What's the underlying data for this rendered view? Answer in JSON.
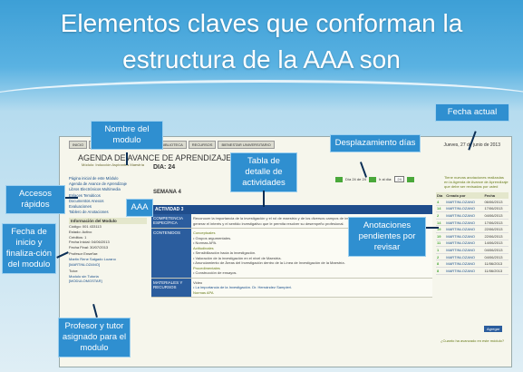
{
  "slide": {
    "title_line1": "Elementos claves que conforman la",
    "title_line2": "estructura de la AAA son"
  },
  "callouts": {
    "nombre_modulo": "Nombre del modulo",
    "fecha_actual": "Fecha actual",
    "desplazamiento": "Desplazamiento días",
    "tabla_detalle": "Tabla de detalle de actividades",
    "accesos_rapidos": "Accesos rápidos",
    "aaa": "AAA",
    "fecha_inicio": "Fecha de inicio y finaliza-ción del modulo",
    "anotaciones": "Anotaciones pendientes por revisar",
    "profesor": "Profesor y tutor asignado para el modulo"
  },
  "screen": {
    "nav_tabs": [
      "INICIO",
      "PROFESORES",
      "AULA VIRTUAL",
      "BIBLIOTECA",
      "RECURSOS",
      "BIENESTAR UNIVERSITARIO"
    ],
    "date": "Jueves, 27 de junio de 2013",
    "agenda_title": "AGENDA DE AVANCE DE APRENDIZAJE",
    "module_line": "Módulo: Inducción Aspirantes Maestría",
    "dia": "DIA: 24",
    "semana": "SEMANA 4",
    "dia_nav": "Día 24 de 24",
    "ir_label": "Ir al día:",
    "ir_value": "24",
    "quick_links": [
      "Página inicial de este Módulo",
      "Agenda de Avance de Aprendizaje",
      "Libros Electrónicos Multimedia",
      "Enlaces Temáticos",
      "Documentos Anexos",
      "Evaluaciones",
      "Tablero de Anotaciones"
    ],
    "info_header": "Información del Modulo",
    "info_lines": [
      "Código: 001 433113",
      "Estado: Activo",
      "Créditos: 1",
      "Fecha Inicial: 04/06/2013",
      "Fecha Final: 30/07/2013"
    ],
    "prof_label": "Profesor Enseñar:",
    "prof_name": "Martin Rene Salgado Lozano",
    "prof_user": "[MARTINLOZANO]",
    "tutor_label": "Tutor:",
    "tutor_name": "Modulo sin Tutoria",
    "tutor_user": "[MODULOMGSTAR]",
    "activity_bar": "ACTIVIDAD 3",
    "rows": [
      {
        "label": "COMPETENCIA ESPECÍFICA",
        "lines": [
          "Reconocer la importancia de la investigación y el rol de maestría y de los diversos campos de investigación para",
          "generar el interés y el sentido investigativo que le permita resolver su desempeño profesional."
        ]
      },
      {
        "label": "CONTENIDOS",
        "lines": [
          "Conceptuales",
          "• Grupos argumentales.",
          "• Normas APA.",
          "Actitudinales",
          "• Sensibilización hacia la investigación.",
          "• Valoración de la investigación en el nivel de Maestría.",
          "• Anunciamiento de Áreas del Investigación dentro de la Línea de Investigación de la Maestría.",
          "Procedimentales",
          "• Construcción de ensayos."
        ]
      },
      {
        "label": "MATERIALES Y RECURSOS",
        "lines": [
          "Video",
          "• La importancia de la Investigación. Dr. Hernández Sampieri.",
          "Normas APA"
        ]
      }
    ],
    "annot_note": "Tiene nuevas anotaciones realizadas en la Agenda de Avance de Aprendizaje que debe ser revisadas por usted",
    "annot_headers": [
      "Día",
      "Creado por",
      "Fecha"
    ],
    "annotations": [
      [
        "4",
        "MARTINLOZANO",
        "06/06/2013"
      ],
      [
        "14",
        "MARTINLOZANO",
        "17/06/2013"
      ],
      [
        "2",
        "MARTINLOZANO",
        "04/06/2013"
      ],
      [
        "14",
        "MARTINLOZANO",
        "17/06/2013"
      ],
      [
        "19",
        "MARTINLOZANO",
        "22/06/2013"
      ],
      [
        "19",
        "MARTINLOZANO",
        "22/06/2013"
      ],
      [
        "11",
        "MARTINLOZANO",
        "14/06/2013"
      ],
      [
        "1",
        "MARTINLOZANO",
        "04/06/2013"
      ],
      [
        "2",
        "MARTINLOZANO",
        "04/06/2013"
      ],
      [
        "8",
        "MARTINLOZANO",
        "11/06/2013"
      ],
      [
        "8",
        "MARTINLOZANO",
        "11/06/2013"
      ]
    ],
    "add_button": "Agregar",
    "question_link": "¿Cuanto ha avanzado en este módulo?"
  }
}
